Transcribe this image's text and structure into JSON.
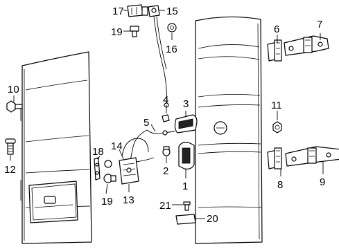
{
  "callouts": [
    {
      "id": "c1",
      "label": "1"
    },
    {
      "id": "c2",
      "label": "2"
    },
    {
      "id": "c3",
      "label": "3"
    },
    {
      "id": "c4",
      "label": "4"
    },
    {
      "id": "c5",
      "label": "5"
    },
    {
      "id": "c6",
      "label": "6"
    },
    {
      "id": "c7",
      "label": "7"
    },
    {
      "id": "c8",
      "label": "8"
    },
    {
      "id": "c9",
      "label": "9"
    },
    {
      "id": "c10",
      "label": "10"
    },
    {
      "id": "c11",
      "label": "11"
    },
    {
      "id": "c12",
      "label": "12"
    },
    {
      "id": "c13",
      "label": "13"
    },
    {
      "id": "c14",
      "label": "14"
    },
    {
      "id": "c15",
      "label": "15"
    },
    {
      "id": "c16",
      "label": "16"
    },
    {
      "id": "c17",
      "label": "17"
    },
    {
      "id": "c18",
      "label": "18"
    },
    {
      "id": "c19a",
      "label": "19"
    },
    {
      "id": "c19b",
      "label": "19"
    },
    {
      "id": "c20",
      "label": "20"
    },
    {
      "id": "c21",
      "label": "21"
    }
  ]
}
